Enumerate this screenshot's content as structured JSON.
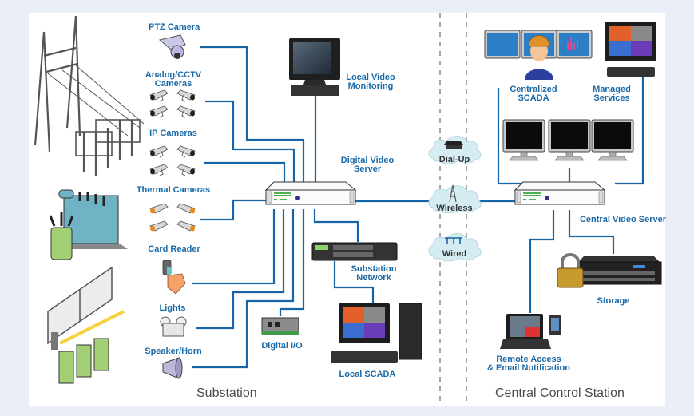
{
  "colors": {
    "wire": "#1565a8",
    "label": "#1a6aa8",
    "section_label": "#4a4a4a",
    "background": "#e9eef7",
    "panel": "#ffffff",
    "cloud": "#d4ecf2",
    "divider": "#a0a0a0"
  },
  "sections": {
    "substation": "Substation",
    "central": "Central Control Station"
  },
  "devices": {
    "ptz_camera": "PTZ Camera",
    "analog_cctv_1": "Analog/CCTV",
    "analog_cctv_2": "Cameras",
    "ip_cameras": "IP Cameras",
    "thermal_cameras": "Thermal Cameras",
    "card_reader": "Card Reader",
    "lights": "Lights",
    "speaker_horn": "Speaker/Horn",
    "digital_io": "Digital I/O",
    "local_video_1": "Local Video",
    "local_video_2": "Monitoring",
    "dvs_1": "Digital Video",
    "dvs_2": "Server",
    "sub_net_1": "Substation",
    "sub_net_2": "Network",
    "local_scada": "Local SCADA",
    "central_scada_1": "Centralized",
    "central_scada_2": "SCADA",
    "managed_1": "Managed",
    "managed_2": "Services",
    "central_server": "Central Video Server",
    "storage": "Storage",
    "remote_1": "Remote Access",
    "remote_2": "& Email Notification"
  },
  "links": {
    "dialup": "Dial-Up",
    "wireless": "Wireless",
    "wired": "Wired"
  },
  "icons": [
    "transmission-tower-icon",
    "transformer-icon",
    "gate-icon",
    "ptz-camera-icon",
    "cctv-camera-icon",
    "ip-camera-icon",
    "thermal-camera-icon",
    "card-reader-icon",
    "lights-icon",
    "horn-icon",
    "monitor-icon",
    "server-icon",
    "network-switch-icon",
    "desktop-pc-icon",
    "telephone-icon",
    "antenna-icon",
    "wired-icon",
    "operator-icon",
    "padlock-icon",
    "laptop-icon",
    "phone-icon"
  ]
}
